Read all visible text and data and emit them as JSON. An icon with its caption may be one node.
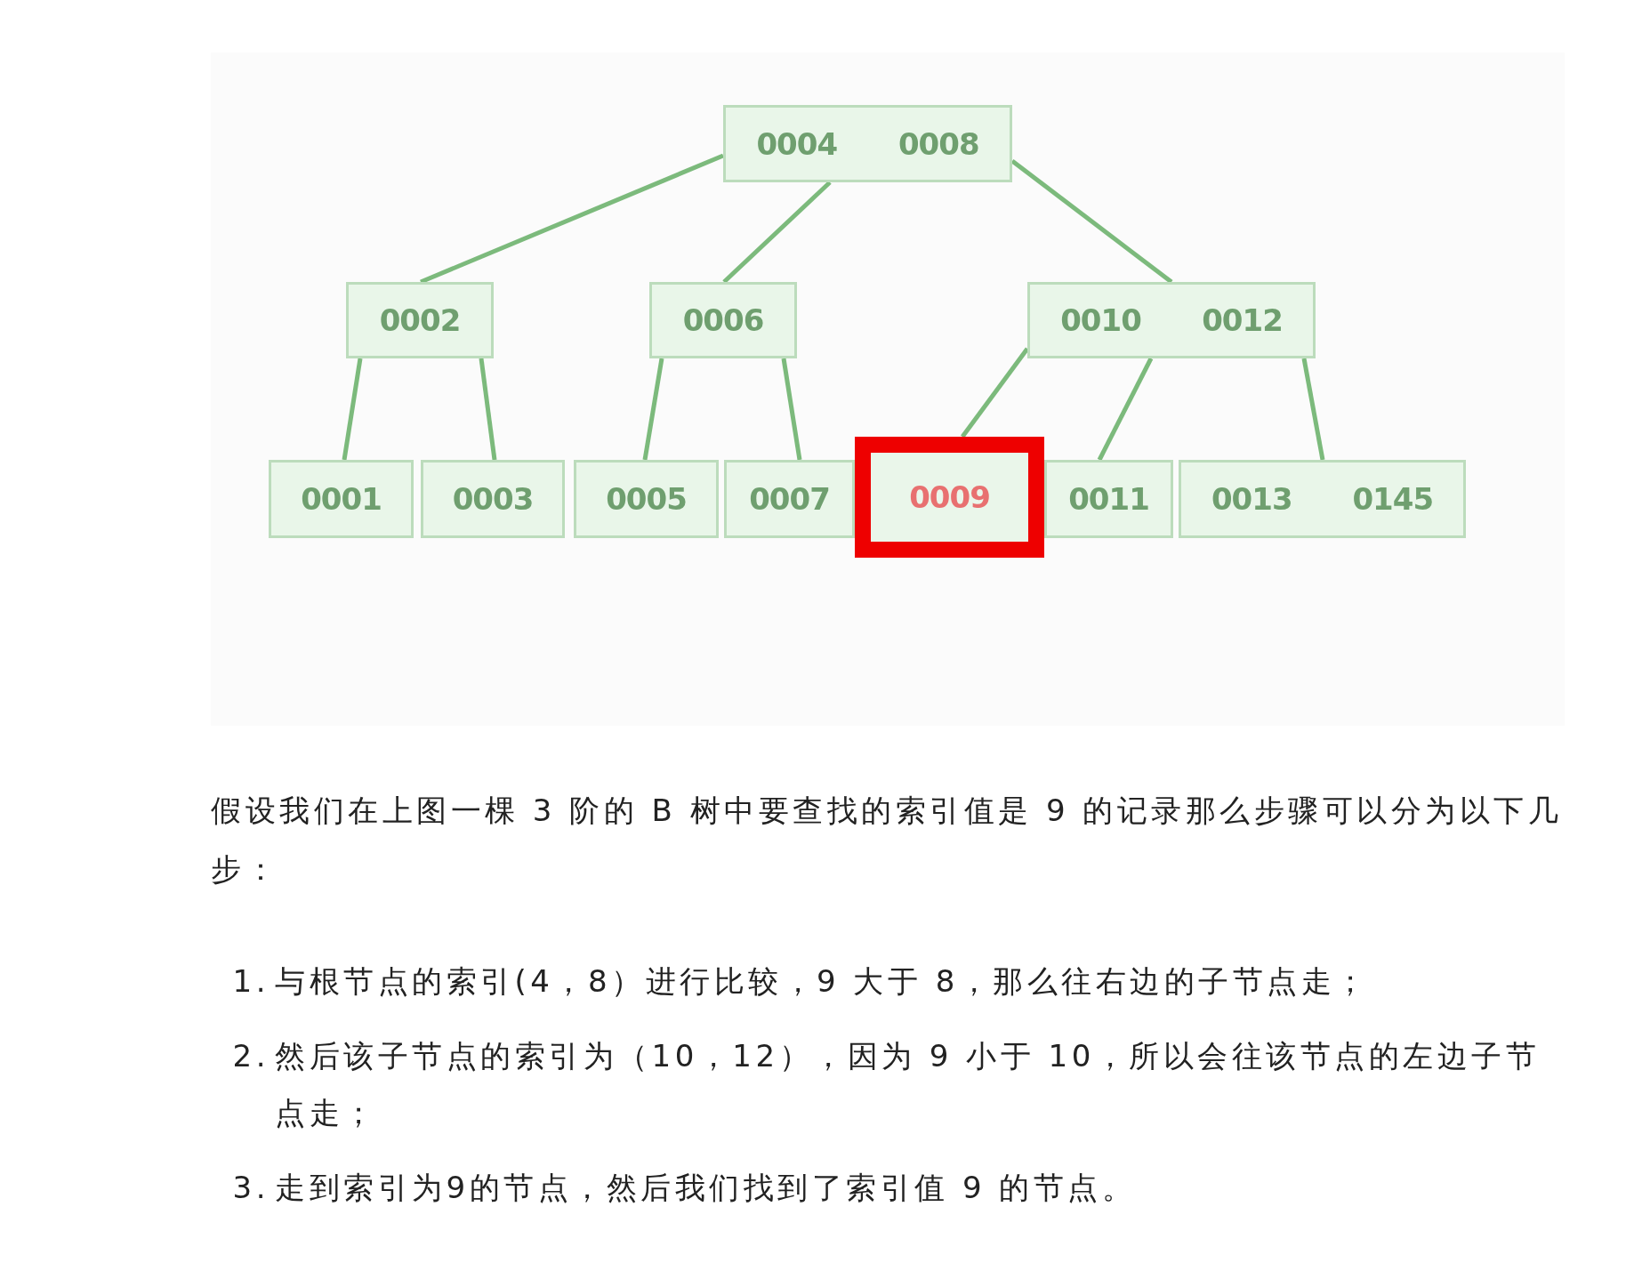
{
  "diagram": {
    "nodes": [
      {
        "text": [
          "0004",
          "0008"
        ]
      },
      {
        "text": [
          "0002"
        ]
      },
      {
        "text": [
          "0006"
        ]
      },
      {
        "text": [
          "0010",
          "0012"
        ]
      },
      {
        "text": [
          "0001"
        ]
      },
      {
        "text": [
          "0003"
        ]
      },
      {
        "text": [
          "0005"
        ]
      },
      {
        "text": [
          "0007"
        ]
      },
      {
        "text": [
          "0009"
        ]
      },
      {
        "text": [
          "0011"
        ]
      },
      {
        "text": [
          "0013",
          "0145"
        ]
      }
    ],
    "edges": [
      {
        "from": 0,
        "to": 1,
        "arrow": "none"
      },
      {
        "from": 0,
        "to": 2,
        "arrow": "none"
      },
      {
        "from": 0,
        "to": 3,
        "arrow": "none"
      },
      {
        "from": 1,
        "to": 4,
        "arrow": "none"
      },
      {
        "from": 1,
        "to": 5,
        "arrow": "none"
      },
      {
        "from": 2,
        "to": 6,
        "arrow": "none"
      },
      {
        "from": 2,
        "to": 7,
        "arrow": "none"
      },
      {
        "from": 3,
        "to": 8,
        "arrow": "none"
      },
      {
        "from": 3,
        "to": 9,
        "arrow": "none"
      },
      {
        "from": 3,
        "to": 10,
        "arrow": "none"
      }
    ],
    "labels": [
      "假设我们在上图一棵 3 阶的 B 树中要查找的索引值是 9 的记录那么步骤可以分为以下几步：",
      "1.",
      "与根节点的索引(4，8）进行比较，9 大于 8，那么往右边的子节点走；",
      "2.",
      "然后该子节点的索引为（10，12），因为 9 小于 10，所以会往该节点的左边子节点走；",
      "3.",
      "走到索引为9的节点，然后我们找到了索引值 9 的节点。"
    ]
  }
}
